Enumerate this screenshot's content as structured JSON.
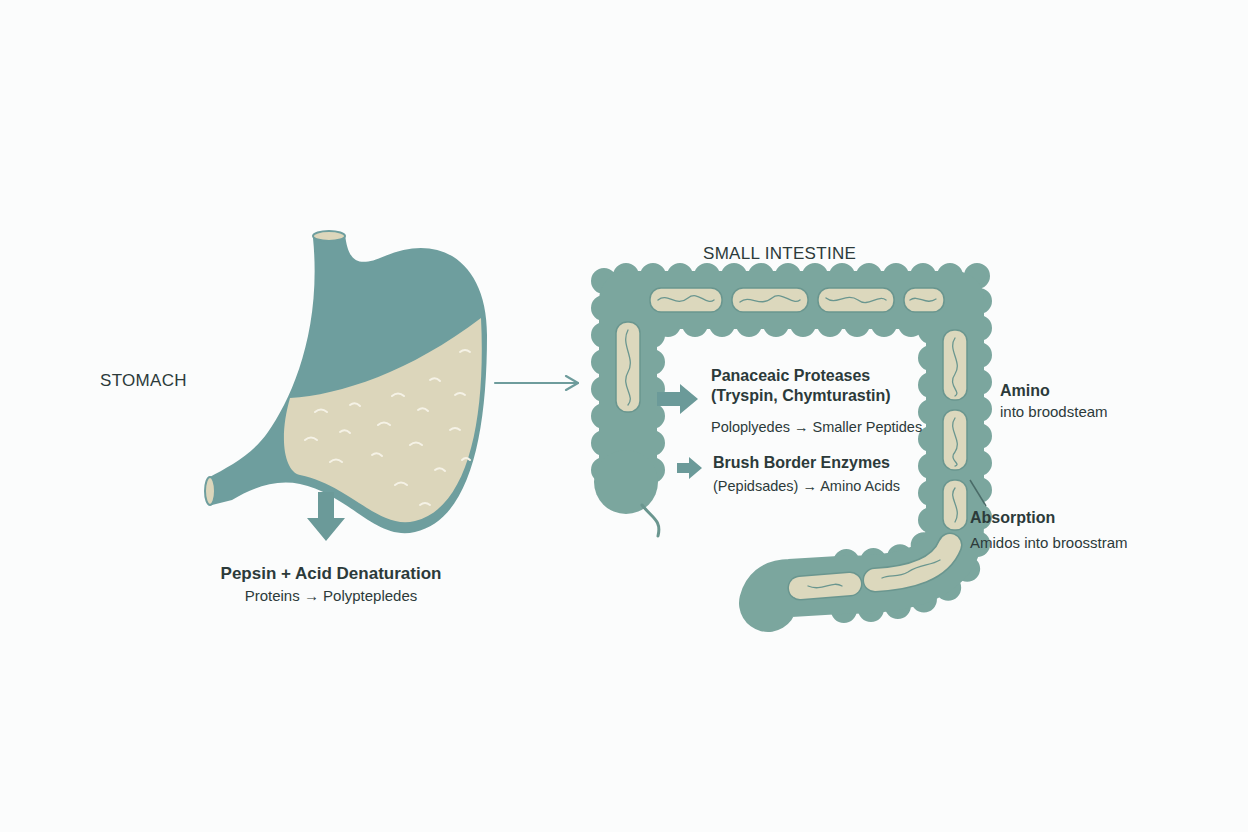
{
  "diagram": {
    "nodes": [
      {
        "text": [
          "STOMACH"
        ]
      },
      {
        "text": [
          "SMALL INTESTINE"
        ]
      }
    ],
    "edges": [
      {
        "from": 0,
        "to": 1,
        "arrow": "to"
      }
    ],
    "labels": [
      "Pepsin + Acid Denaturation",
      "Proteins → Polyptepledes",
      "Panaceaic Proteases (Tryspin, Chymturastin)",
      "Poloplyedes → Smaller Peptides",
      "Brush Border Enzymes",
      "(Pepidsades) → Amino Acids",
      "Amino",
      "into broodsteam",
      "Absorption",
      "Amidos into broosstram"
    ]
  }
}
